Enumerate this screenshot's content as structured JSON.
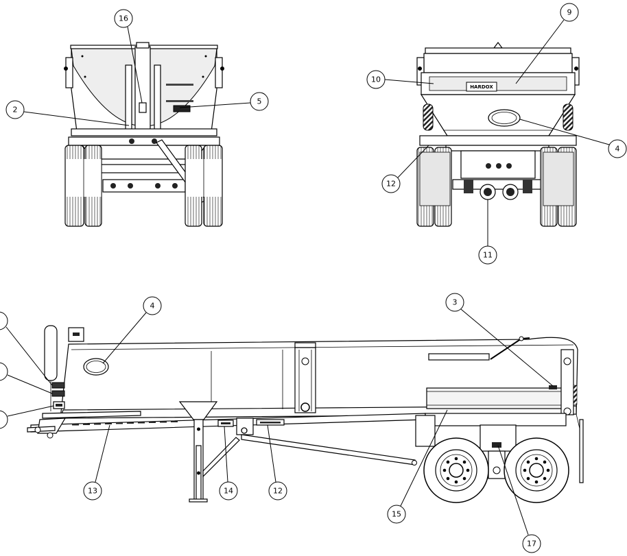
{
  "callouts": {
    "front": [
      {
        "label": "16"
      },
      {
        "label": "2"
      },
      {
        "label": "5"
      }
    ],
    "rear": [
      {
        "label": "9"
      },
      {
        "label": "10"
      },
      {
        "label": "4"
      },
      {
        "label": "12"
      },
      {
        "label": "11"
      }
    ],
    "side": [
      {
        "label": "4"
      },
      {
        "label": "3"
      },
      {
        "label": "13"
      },
      {
        "label": "14"
      },
      {
        "label": "12"
      },
      {
        "label": "15"
      },
      {
        "label": "17"
      }
    ]
  },
  "rear_view": {
    "badge_text": "HARDOX"
  },
  "colors": {
    "line": "#000000",
    "panel_fill": "#eeeeee",
    "background": "#ffffff"
  }
}
